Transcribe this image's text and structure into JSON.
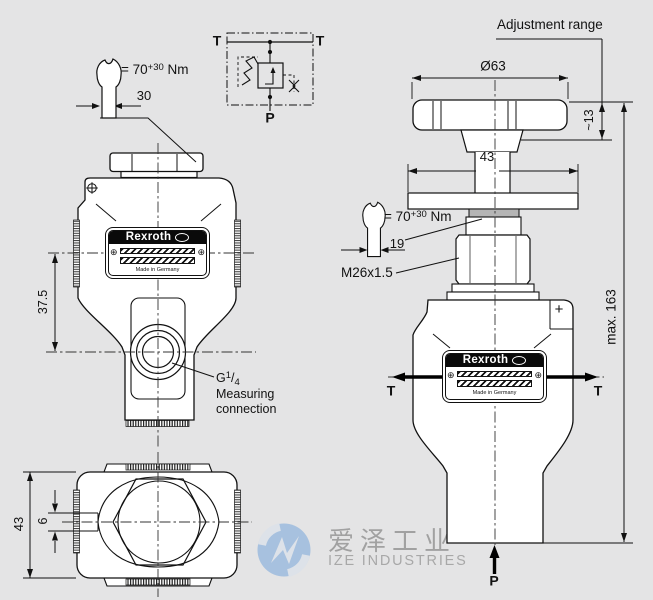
{
  "colors": {
    "background": "#e4e4e5",
    "ink": "#111111",
    "body_fill": "#ffffff",
    "shade_gray": "#b5b5b5",
    "watermark_blue": "#a7c1df",
    "watermark_text": "#9a9a9a"
  },
  "nameplate": {
    "brand": "Rexroth",
    "origin": "Made in Germany"
  },
  "torque_spec": {
    "prefix": "= 70",
    "sup": "+30",
    "unit": " Nm"
  },
  "hydraulic_symbol": {
    "port_top_left": "T",
    "port_top_right": "T",
    "port_bottom": "P"
  },
  "front_view": {
    "wrench_flats": "30",
    "dim_center_height": "37.5",
    "port_thread": {
      "prefix": "G",
      "numerator": "1",
      "slash": "/",
      "denominator": "4"
    },
    "port_caption_line1": "Measuring",
    "port_caption_line2": "connection"
  },
  "top_view": {
    "dim_width": "43",
    "dim_slot": "6"
  },
  "side_view": {
    "adjustment_label": "Adjustment range",
    "dim_diameter": "Ø63",
    "dim_travel": "~13",
    "dim_flats": "43",
    "wrench_flats": "19",
    "thread": "M26x1.5",
    "dim_max_height": "max. 163",
    "port_t_left": "T",
    "port_t_right": "T",
    "port_p": "P",
    "vent_mark": "+"
  },
  "icons": {
    "screw_glyph": "⊕"
  },
  "watermark": {
    "cn": "爱泽工业",
    "en": "IZE INDUSTRIES"
  }
}
